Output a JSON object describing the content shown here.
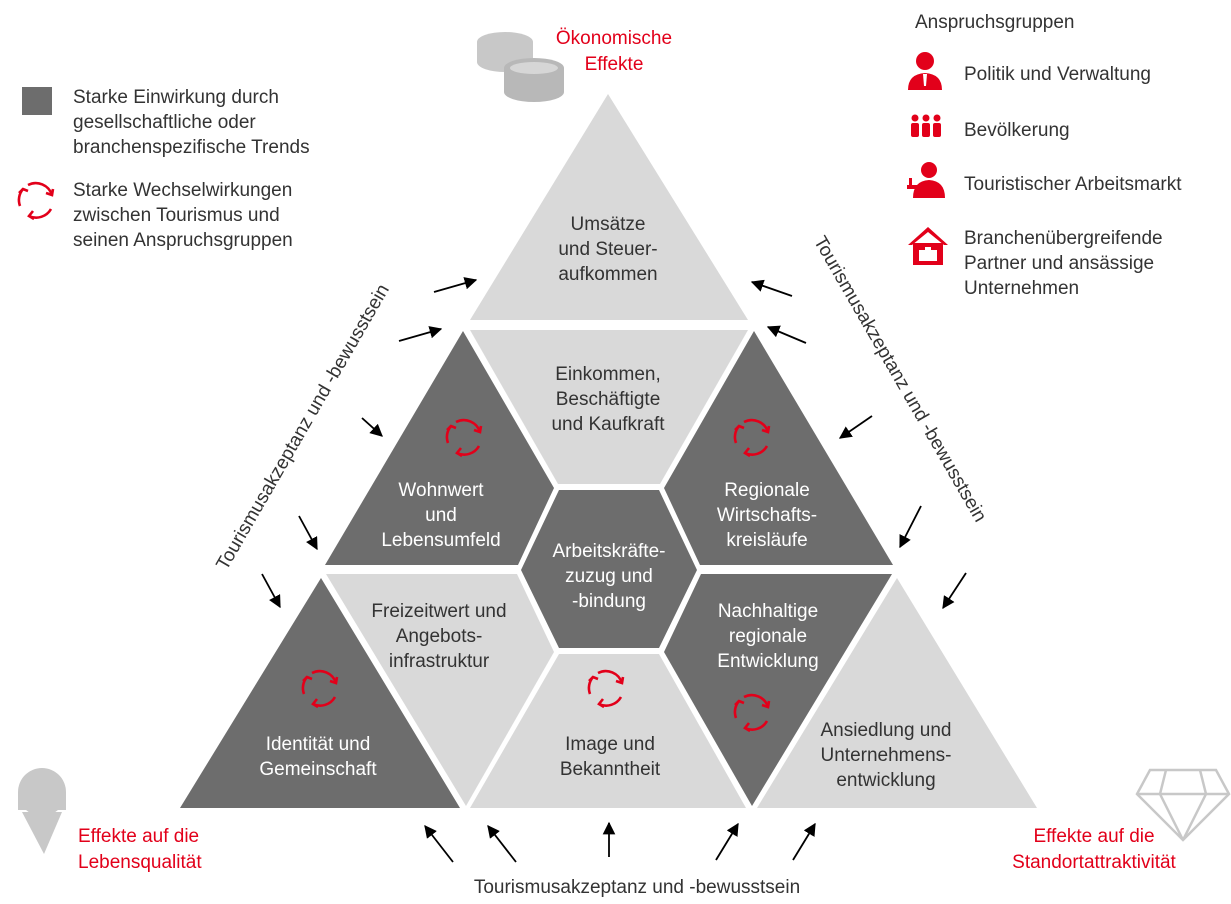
{
  "legend": {
    "dark_label": [
      "Starke Einwirkung durch",
      "gesellschaftliche oder",
      "branchenspezifische Trends"
    ],
    "cycle_label": [
      "Starke Wechselwirkungen",
      "zwischen Tourismus und",
      "seinen Anspruchsgruppen"
    ]
  },
  "stakeholders": {
    "title": "Anspruchsgruppen",
    "items": [
      {
        "icon": "politician-icon",
        "lines": [
          "Politik und Verwaltung"
        ]
      },
      {
        "icon": "population-icon",
        "lines": [
          "Bevölkerung"
        ]
      },
      {
        "icon": "waiter-icon",
        "lines": [
          "Touristischer Arbeitsmarkt"
        ]
      },
      {
        "icon": "house-briefcase-icon",
        "lines": [
          "Branchenübergreifende",
          "Partner und ansässige",
          "Unternehmen"
        ]
      }
    ]
  },
  "corners": {
    "top": [
      "Ökonomische",
      "Effekte"
    ],
    "bottom_left": [
      "Effekte auf die",
      "Lebensqualität"
    ],
    "bottom_right": [
      "Effekte auf die",
      "Standortattraktivität"
    ]
  },
  "side_labels": {
    "left": "Tourismusakzeptanz und -bewusstsein",
    "right": "Tourismusakzeptanz und -bewusstsein",
    "bottom": "Tourismusakzeptanz und -bewusstsein"
  },
  "cells": {
    "top": [
      "Umsätze",
      "und Steuer-",
      "aufkommen"
    ],
    "einkommen": [
      "Einkommen,",
      "Beschäftigte",
      "und Kaufkraft"
    ],
    "wohnwert": [
      "Wohnwert",
      "und",
      "Lebensumfeld"
    ],
    "regionale": [
      "Regionale",
      "Wirtschafts-",
      "kreisläufe"
    ],
    "center": [
      "Arbeitskräfte-",
      "zuzug und",
      "-bindung"
    ],
    "freizeit": [
      "Freizeitwert und",
      "Angebots-",
      "infrastruktur"
    ],
    "nachhaltige": [
      "Nachhaltige",
      "regionale",
      "Entwicklung"
    ],
    "identitaet": [
      "Identität und",
      "Gemeinschaft"
    ],
    "image": [
      "Image und",
      "Bekanntheit"
    ],
    "ansiedlung": [
      "Ansiedlung und",
      "Unternehmens-",
      "entwicklung"
    ]
  },
  "colors": {
    "dark": "#6d6d6d",
    "light": "#d9d9d9",
    "accent": "#e2001a",
    "icon_gray": "#c8c8c8"
  }
}
